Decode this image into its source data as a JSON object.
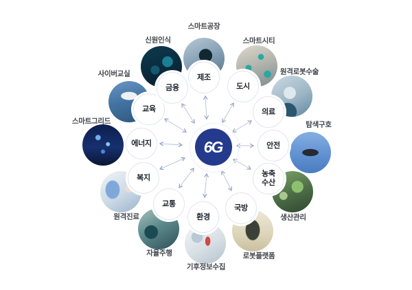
{
  "diagram": {
    "center": {
      "logo": "6G"
    },
    "colors": {
      "hub": "#243a8d",
      "connector": "#bcc5d8",
      "arrowhead": "#93a2c4",
      "category_text": "#1e252e",
      "label_text": "#41454c"
    },
    "nodes": [
      {
        "category": "제조",
        "application": "스마트공장"
      },
      {
        "category": "도시",
        "application": "스마트시티"
      },
      {
        "category": "의료",
        "application": "원격로봇수술"
      },
      {
        "category": "안전",
        "application": "탐색구호"
      },
      {
        "category": "농축\n수산",
        "application": "생산관리"
      },
      {
        "category": "국방",
        "application": "로봇플랫폼"
      },
      {
        "category": "환경",
        "application": "기후정보수집"
      },
      {
        "category": "교통",
        "application": "자율주행"
      },
      {
        "category": "복지",
        "application": "원격진료"
      },
      {
        "category": "에너지",
        "application": "스마트그리드"
      },
      {
        "category": "교육",
        "application": "사이버교실"
      },
      {
        "category": "금융",
        "application": "신원인식"
      }
    ]
  }
}
